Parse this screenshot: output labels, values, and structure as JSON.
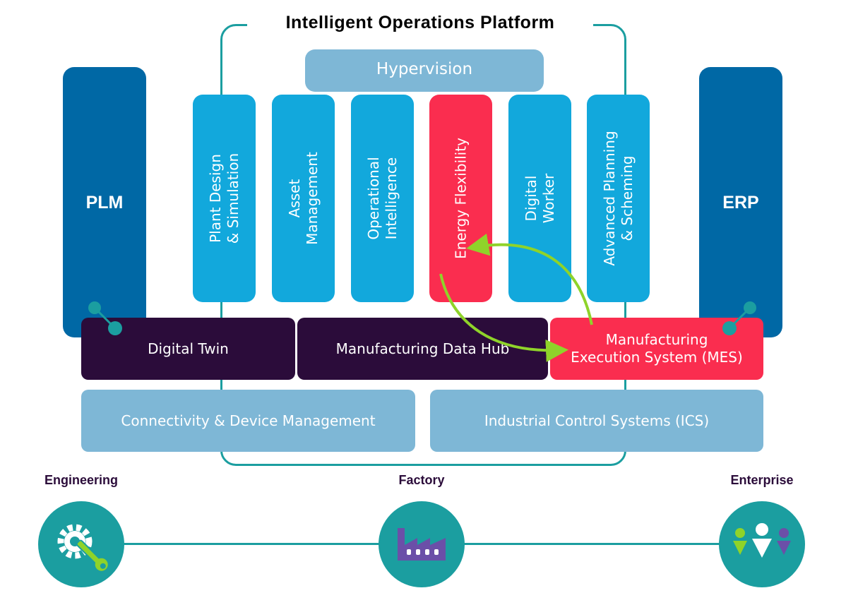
{
  "platform": {
    "title": "Intelligent Operations Platform"
  },
  "plm": {
    "label": "PLM"
  },
  "erp": {
    "label": "ERP"
  },
  "hypervision": {
    "label": "Hypervision"
  },
  "modules": [
    {
      "line1": "Plant Design",
      "line2": "& Simulation"
    },
    {
      "line1": "Asset",
      "line2": "Management"
    },
    {
      "line1": "Operational",
      "line2": "Intelligence"
    },
    {
      "line1": "Energy Flexibility",
      "line2": ""
    },
    {
      "line1": "Digital",
      "line2": "Worker"
    },
    {
      "line1": "Advanced Planning",
      "line2": "& Scheming"
    }
  ],
  "layers": {
    "digital_twin": "Digital Twin",
    "data_hub": "Manufacturing Data Hub",
    "mes_line1": "Manufacturing",
    "mes_line2": "Execution System (MES)"
  },
  "base": {
    "connectivity": "Connectivity & Device Management",
    "ics": "Industrial Control Systems (ICS)"
  },
  "categories": {
    "engineering": "Engineering",
    "factory": "Factory",
    "enterprise": "Enterprise"
  },
  "icons": {
    "engineering": "gear-wrench-icon",
    "factory": "factory-icon",
    "enterprise": "people-icon"
  },
  "colors": {
    "teal": "#1b9ea0",
    "dark_blue": "#0068a5",
    "light_blue": "#12a8dc",
    "pale_blue": "#7eb7d6",
    "red": "#fa2d4f",
    "dark_purple": "#2b0c3a",
    "lime": "#8fd32a"
  }
}
